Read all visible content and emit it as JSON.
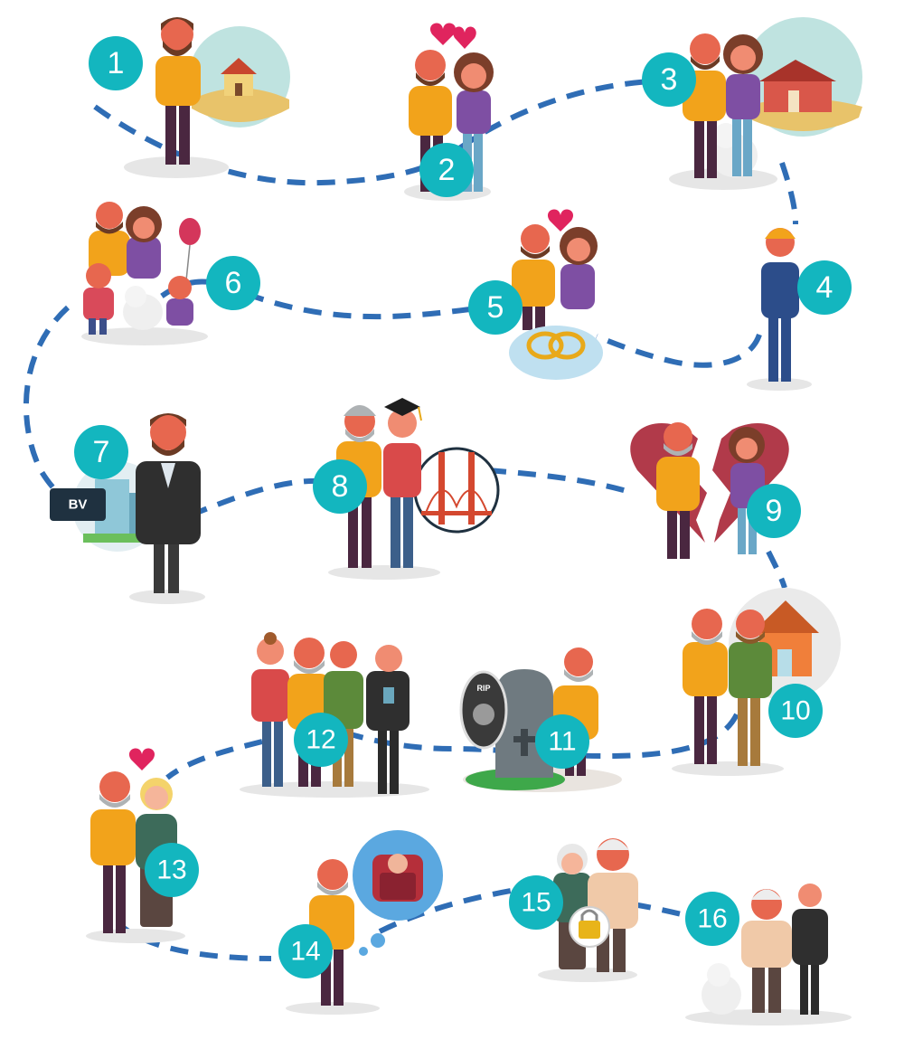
{
  "steps": [
    {
      "number": "1",
      "scene": "young man with first home"
    },
    {
      "number": "2",
      "scene": "falling in love"
    },
    {
      "number": "3",
      "scene": "couple with dog and bigger house"
    },
    {
      "number": "4",
      "scene": "man working in overalls"
    },
    {
      "number": "5",
      "scene": "marriage with wedding rings"
    },
    {
      "number": "6",
      "scene": "family with two children, dog and balloon"
    },
    {
      "number": "7",
      "scene": "businessman with company building"
    },
    {
      "number": "8",
      "scene": "child graduates and moves abroad"
    },
    {
      "number": "9",
      "scene": "divorce with broken heart"
    },
    {
      "number": "10",
      "scene": "son with own house"
    },
    {
      "number": "11",
      "scene": "mourning at a grave"
    },
    {
      "number": "12",
      "scene": "family meeting with advisor"
    },
    {
      "number": "13",
      "scene": "new partner"
    },
    {
      "number": "14",
      "scene": "thinking about care in old age"
    },
    {
      "number": "15",
      "scene": "elderly couple with lock"
    },
    {
      "number": "16",
      "scene": "elderly man with advisor and dog"
    }
  ],
  "labels": {
    "company_sign": "BV",
    "grave_text": "RIP"
  },
  "colors": {
    "badge": "#13b6bf",
    "path": "#2f6db5",
    "heart": "#e0245e",
    "broken_heart": "#b13a4a",
    "shirt": "#f2a31b",
    "pants": "#4a2740"
  },
  "icons": [
    "heart-icon",
    "house-icon",
    "wedding-rings-icon",
    "balloon-icon",
    "graduation-cap-icon",
    "bridge-icon",
    "broken-heart-icon",
    "gravestone-icon",
    "armchair-icon",
    "padlock-icon",
    "dog-icon",
    "office-building-icon"
  ]
}
